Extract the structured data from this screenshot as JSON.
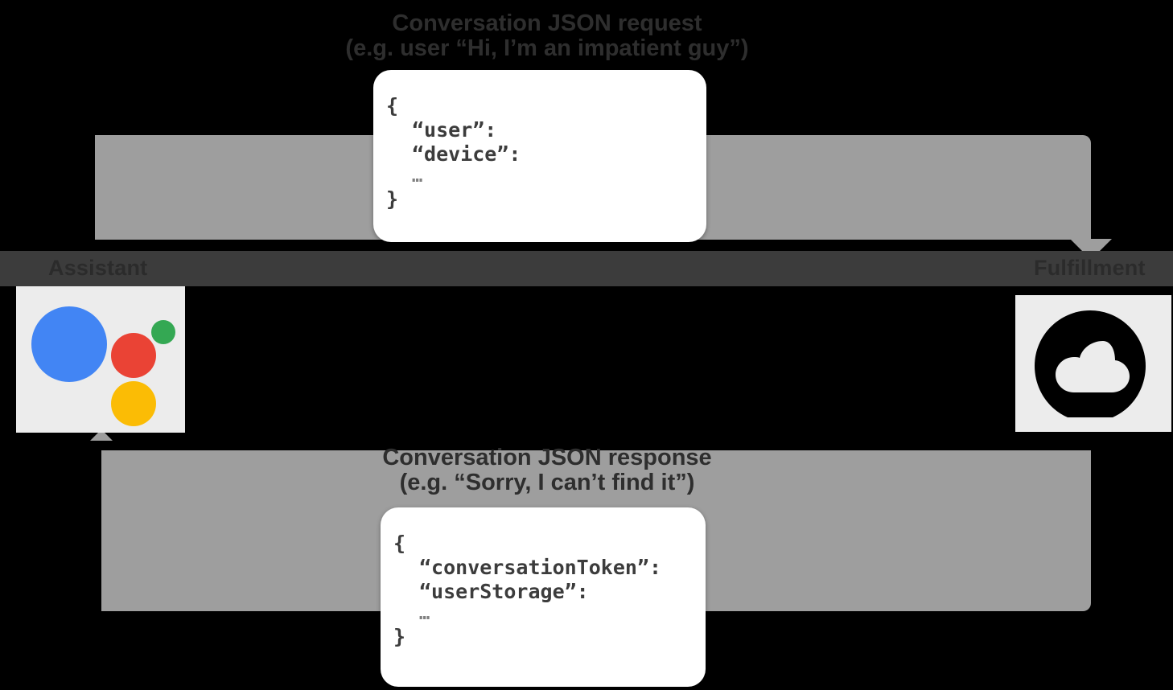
{
  "diagram": {
    "title": "Conversation JSON request/response flow",
    "colors": {
      "background": "#000000",
      "arrow_band": "#9e9e9e",
      "rail": "#3c3c3c",
      "tile": "#ececec",
      "card": "#ffffff",
      "assistant_blue": "#4285F4",
      "assistant_red": "#EA4335",
      "assistant_yellow": "#FBBC05",
      "assistant_green": "#34A853"
    },
    "endpoints": {
      "left": {
        "label": "Assistant",
        "icon": "google-assistant-icon"
      },
      "right": {
        "label": "Fulfillment",
        "icon": "cloud-functions-icon"
      }
    },
    "flows": [
      {
        "id": "request",
        "caption_line1": "Conversation JSON request",
        "caption_line2": "(e.g. user “Hi, I’m an impatient guy”)",
        "direction": "assistant-to-fulfillment",
        "arrowhead": "down"
      },
      {
        "id": "response",
        "caption_line1": "Conversation JSON response",
        "caption_line2": "(e.g. “Sorry, I can’t find it”)",
        "direction": "fulfillment-to-assistant",
        "arrowhead": "up"
      }
    ],
    "cards": {
      "request": {
        "open_brace": "{",
        "line1": "“user”:",
        "line2": "“device”:",
        "ellipsis": "…",
        "close_brace": "}"
      },
      "response": {
        "open_brace": "{",
        "line1": "“conversationToken”:",
        "line2": "“userStorage”:",
        "ellipsis": "…",
        "close_brace": "}"
      }
    }
  }
}
